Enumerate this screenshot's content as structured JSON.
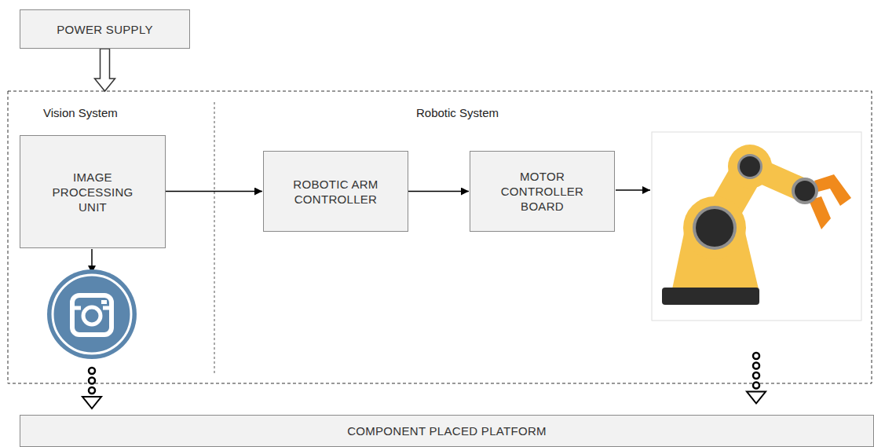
{
  "diagram": {
    "nodes": [
      {
        "text": [
          "POWER SUPPLY"
        ]
      },
      {
        "text": [
          "Vision System"
        ]
      },
      {
        "text": [
          "IMAGE PROCESSING UNIT"
        ],
        "in": 1
      },
      {
        "text": [
          "Robotic System"
        ]
      },
      {
        "text": [
          "ROBOTIC ARM CONTROLLER"
        ],
        "in": 3
      },
      {
        "text": [
          "MOTOR CONTROLLER BOARD"
        ],
        "in": 3
      },
      {
        "text": [
          "COMPONENT PLACED PLATFORM"
        ]
      }
    ],
    "edges": [
      {
        "from": 0,
        "to": 1,
        "arrow": "to"
      },
      {
        "from": 2,
        "to": 4,
        "arrow": "to"
      },
      {
        "from": 4,
        "to": 5,
        "arrow": "to"
      },
      {
        "from": 1,
        "to": 6,
        "arrow": "to"
      },
      {
        "from": 3,
        "to": 6,
        "arrow": "to"
      }
    ]
  }
}
